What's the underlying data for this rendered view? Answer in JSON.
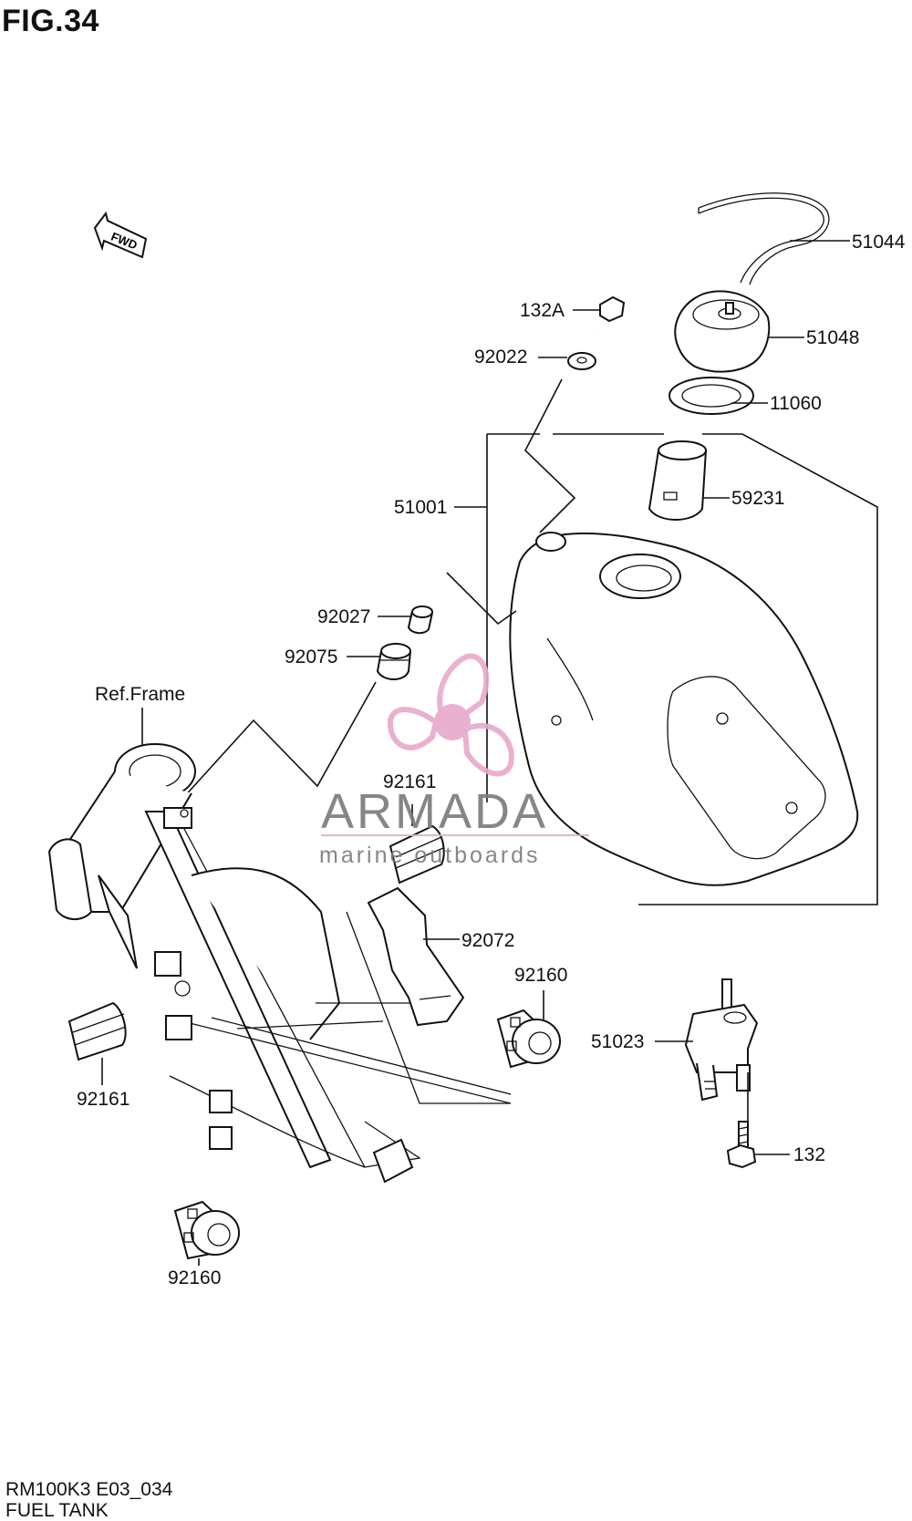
{
  "figure": {
    "title": "FIG.34",
    "model_code": "RM100K3 E03_034",
    "section_name": "FUEL TANK",
    "fwd_arrow": "FWD"
  },
  "parts": {
    "p51044": "51044",
    "p51048": "51048",
    "p11060": "11060",
    "p132A": "132A",
    "p92022": "92022",
    "p51001": "51001",
    "p59231": "59231",
    "p92027": "92027",
    "p92075": "92075",
    "ref_frame": "Ref.Frame",
    "p92161_top": "92161",
    "p92072": "92072",
    "p92160_right": "92160",
    "p51023": "51023",
    "p132": "132",
    "p92161_left": "92161",
    "p92160_bottom": "92160"
  },
  "watermark": {
    "brand": "ARMADA",
    "tagline": "marine outboards",
    "logo_icon": "propeller-icon",
    "color": "#e8a8cc"
  }
}
